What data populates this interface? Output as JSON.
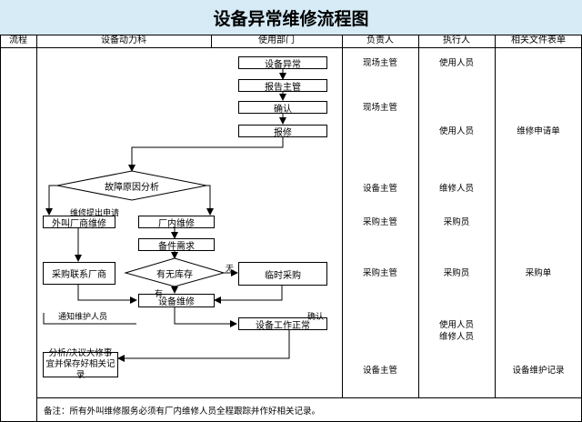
{
  "title": "设备异常维修流程图",
  "headers": {
    "process": "流程",
    "dept": "设备动力科",
    "dept_user": "使用部门",
    "owner": "负责人",
    "executor": "执行人",
    "docs": "相关文件表单"
  },
  "nodes": {
    "abnormal": "设备异常",
    "report": "报告主管",
    "confirm": "确认",
    "submit": "报修",
    "analysis": "故障原因分析",
    "external": "外叫厂商维修",
    "internal": "厂内维修",
    "parts": "备件需求",
    "contact": "采购联系厂商",
    "stock": "有无库存",
    "temp_buy": "临时采购",
    "repair": "设备维修",
    "normal": "设备工作正常",
    "overhaul": "分析/决议大修事宜并保存好相关记录"
  },
  "edge_labels": {
    "request": "维修提出申请",
    "no": "无",
    "yes": "有",
    "notify": "通知维护人员",
    "confirm": "确认"
  },
  "owners": [
    "现场主管",
    "现场主管",
    "设备主管",
    "采购主管",
    "采购主管",
    "设备主管"
  ],
  "executors": [
    "使用人员",
    "使用人员",
    "维修人员",
    "采购员",
    "采购员",
    "使用人员",
    "维修人员"
  ],
  "docs": [
    "维修申请单",
    "采购单",
    "设备维护记录"
  ],
  "remark": "备注：所有外叫维修服务必须有厂内维修人员全程跟踪并作好相关记录。"
}
